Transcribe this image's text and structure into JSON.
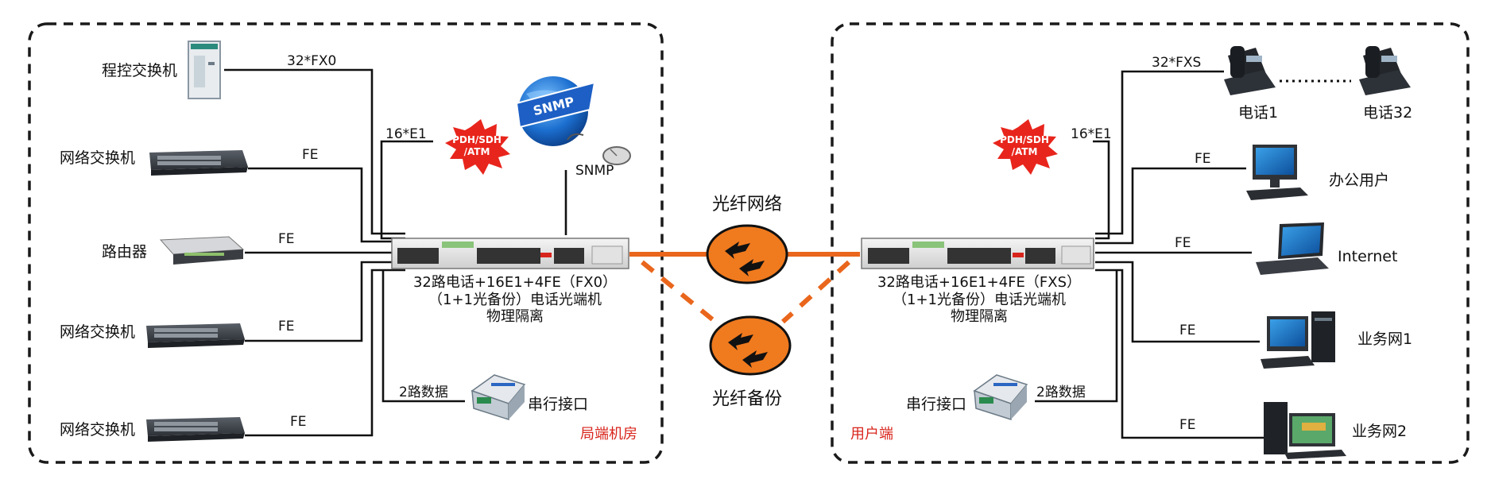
{
  "left_site": {
    "corner_label": "局端机房",
    "devices": {
      "pbx": "程控交换机",
      "switch1": "网络交换机",
      "router": "路由器",
      "switch2": "网络交换机",
      "switch3": "网络交换机"
    },
    "links": {
      "pbx": "32*FX0",
      "switch1": "FE",
      "router": "FE",
      "switch2": "FE",
      "switch3": "FE",
      "e1": "16*E1",
      "snmp": "SNMP",
      "serial_data": "2路数据"
    },
    "pdh_badge": [
      "PDH/SDH",
      "/ATM"
    ],
    "snmp_globe_text": "SNMP",
    "serial_label": "串行接口",
    "terminal_caption": [
      "32路电话+16E1+4FE（FX0）",
      "（1+1光备份）电话光端机",
      "物理隔离"
    ]
  },
  "middle": {
    "fiber_network": "光纤网络",
    "fiber_backup": "光纤备份"
  },
  "right_site": {
    "corner_label": "用户端",
    "devices": {
      "phone1": "电话1",
      "phone32": "电话32",
      "office": "办公用户",
      "internet": "Internet",
      "biz1": "业务网1",
      "biz2": "业务网2"
    },
    "links": {
      "phones": "32*FXS",
      "e1": "16*E1",
      "office": "FE",
      "internet": "FE",
      "biz1": "FE",
      "biz2": "FE",
      "serial_data": "2路数据"
    },
    "pdh_badge": [
      "PDH/SDH",
      "/ATM"
    ],
    "serial_label": "串行接口",
    "terminal_caption": [
      "32路电话+16E1+4FE（FXS）",
      "（1+1光备份）电话光端机",
      "物理隔离"
    ]
  },
  "colors": {
    "fiber": "#e9661c",
    "badge": "#e8251c",
    "corner_label": "#d8251c",
    "box_border": "#1a1a1a"
  }
}
